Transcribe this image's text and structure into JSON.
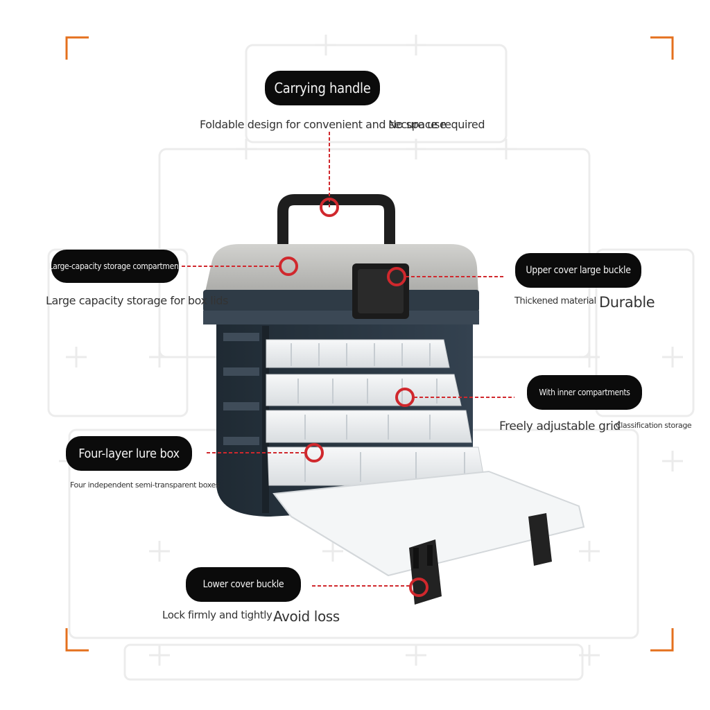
{
  "colors": {
    "accent": "#e4701e",
    "marker": "#d0282d",
    "pill_bg": "#0b0b0b",
    "box_body": "#2b3640",
    "lid": "#bdbdba"
  },
  "labels": {
    "carrying_handle": {
      "title": "Carrying handle",
      "caption_a": "Foldable design for convenient and secure use",
      "caption_b": "No space required"
    },
    "storage_compartment": {
      "title": "Large-capacity storage compartment",
      "caption": "Large capacity storage for box lids"
    },
    "upper_buckle": {
      "title": "Upper cover large buckle",
      "caption": "Thickened material",
      "caption_emphasis": "Durable"
    },
    "inner_compartments": {
      "title": "With inner compartments",
      "caption": "Freely adjustable grid",
      "caption_small": "Classification storage"
    },
    "lure_box": {
      "title": "Four-layer lure box",
      "caption": "Four independent semi-transparent boxes"
    },
    "lower_buckle": {
      "title": "Lower cover buckle",
      "caption": "Lock firmly and tightly",
      "caption_emphasis": "Avoid loss"
    }
  },
  "icons": [
    "corner-bracket",
    "marker-ring"
  ]
}
